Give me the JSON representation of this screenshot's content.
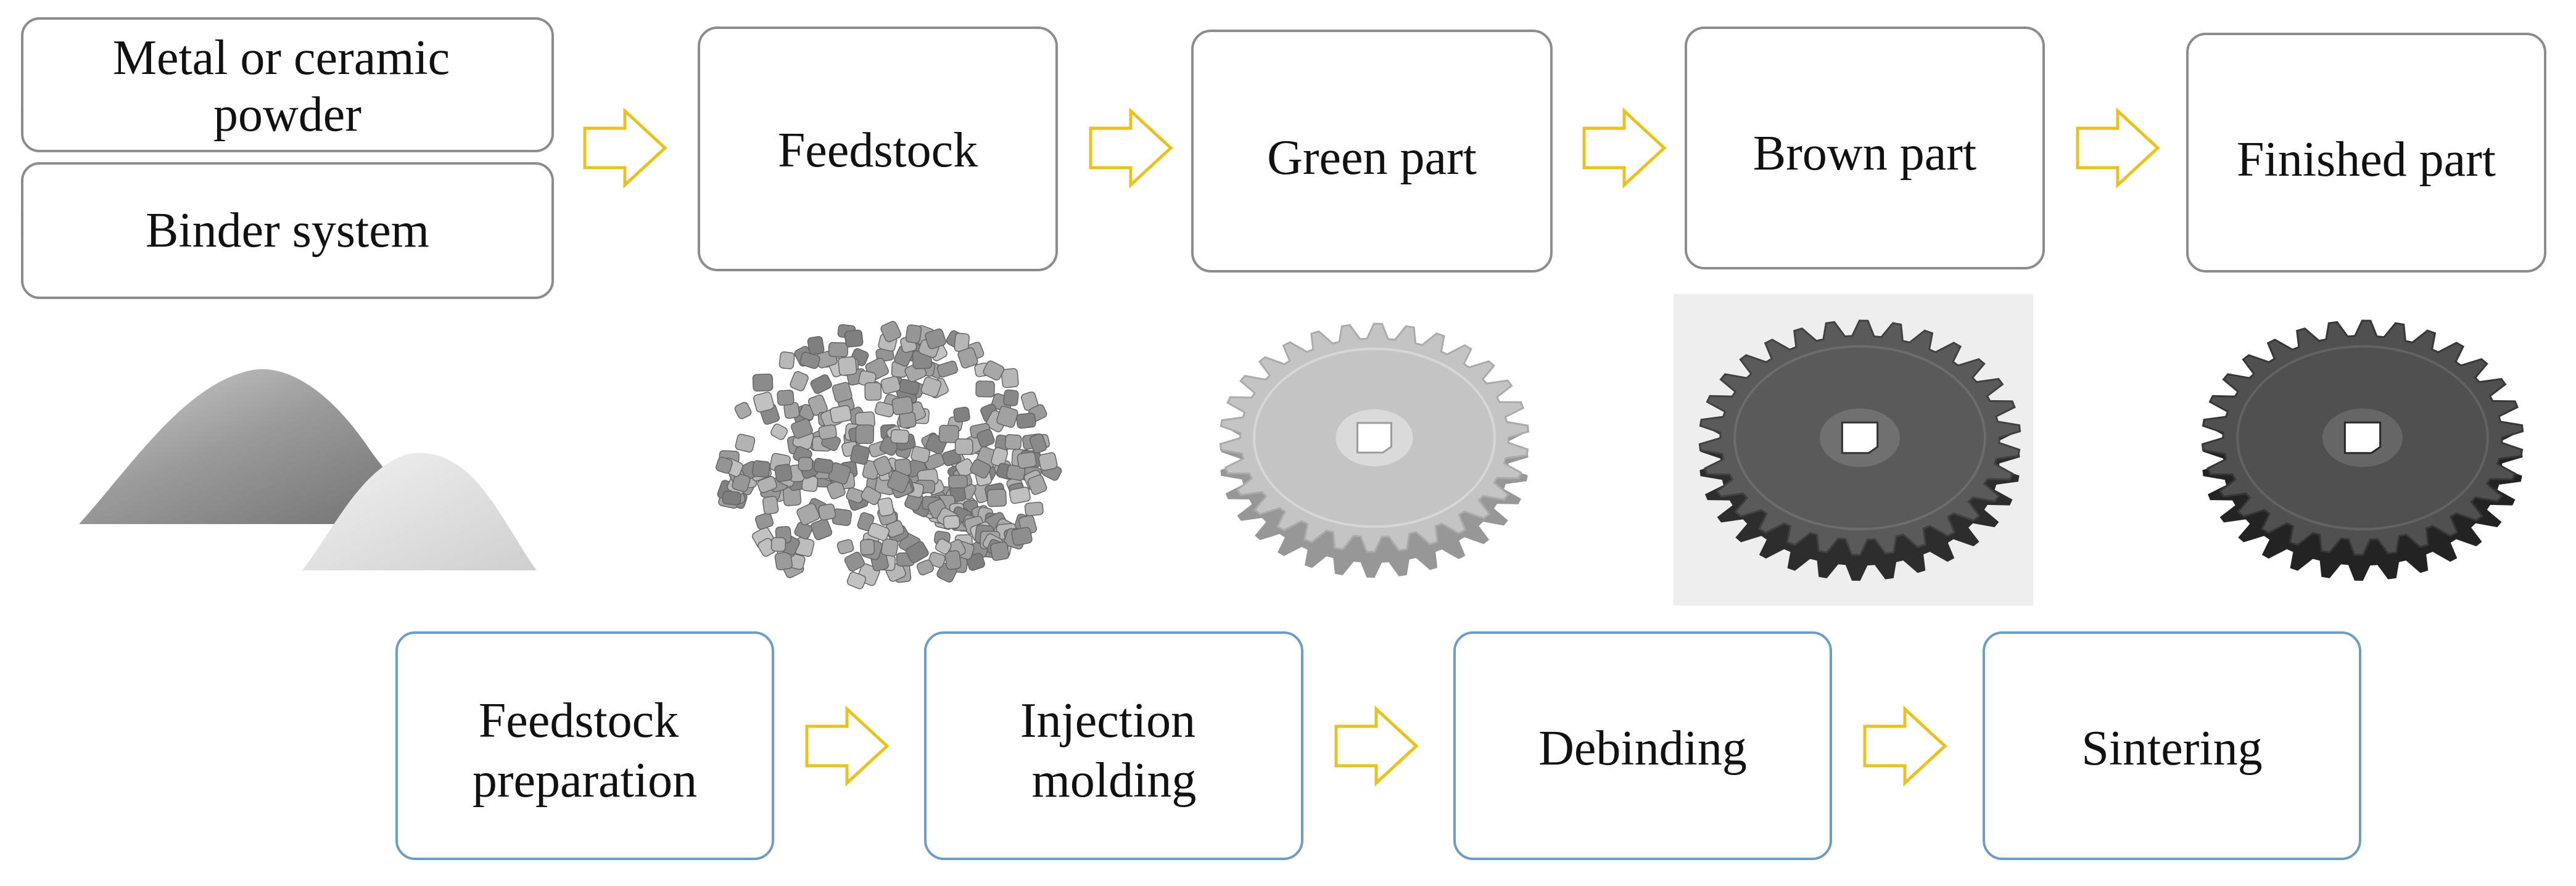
{
  "materials": {
    "powder": [
      "Metal or ceramic",
      "powder"
    ],
    "binder": [
      "Binder system"
    ]
  },
  "stages": [
    {
      "label": [
        "Feedstock"
      ],
      "image": "feedstock-pellets"
    },
    {
      "label": [
        "Green part"
      ],
      "image": "green-gear"
    },
    {
      "label": [
        "Brown part"
      ],
      "image": "brown-gear"
    },
    {
      "label": [
        "Finished part"
      ],
      "image": "finished-gear"
    }
  ],
  "steps": [
    {
      "label": [
        "Feedstock",
        "preparation"
      ]
    },
    {
      "label": [
        "Injection",
        "molding"
      ]
    },
    {
      "label": [
        "Debinding"
      ]
    },
    {
      "label": [
        "Sintering"
      ]
    }
  ],
  "colors": {
    "top_box_border": "#8c8c8c",
    "step_box_border": "#6f9cc2",
    "arrow_outline": "#e8c21f",
    "powder_dark": "#8a8a8a",
    "powder_light": "#e4e4e4",
    "pellet": "#9c9c9c",
    "green_part": "#c4c4c4",
    "brown_part": "#5a5a5a",
    "finished_part": "#505050",
    "brown_backdrop": "#eeeeee"
  },
  "icons": {
    "arrow": "block-arrow-right-icon",
    "powder": "powder-pile-icon",
    "feedstock": "pellet-pile-icon",
    "gear": "spur-gear-icon"
  }
}
